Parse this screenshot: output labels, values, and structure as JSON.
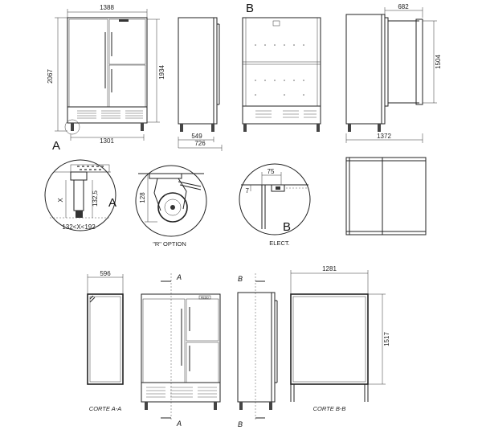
{
  "drawing": {
    "views": {
      "front": {
        "width": "1388",
        "height": "2067",
        "door_height": "1934",
        "base_width": "1301",
        "detail_marker": "A"
      },
      "side": {
        "depth": "549",
        "depth_total": "726"
      },
      "back": {
        "marker": "B"
      },
      "open": {
        "top": "682",
        "height": "1504",
        "depth": "1372"
      }
    },
    "details": {
      "a": {
        "dim_height": "132,5",
        "dim_x": "X",
        "range": "132<X<192",
        "marker": "A"
      },
      "r": {
        "height": "128",
        "caption": "\"R\" OPTION"
      },
      "elect": {
        "width": "75",
        "height": "7",
        "marker": "B",
        "caption": "ELECT."
      }
    },
    "sections": {
      "aa": {
        "width": "596",
        "caption": "CORTE A-A"
      },
      "front2": {
        "top_marker": "A",
        "bottom_marker": "A"
      },
      "side2": {
        "top_marker": "B",
        "bottom_marker": "B"
      },
      "bb": {
        "width": "1281",
        "height": "1517",
        "caption": "CORTE B-B"
      }
    },
    "badge": "REDD"
  }
}
